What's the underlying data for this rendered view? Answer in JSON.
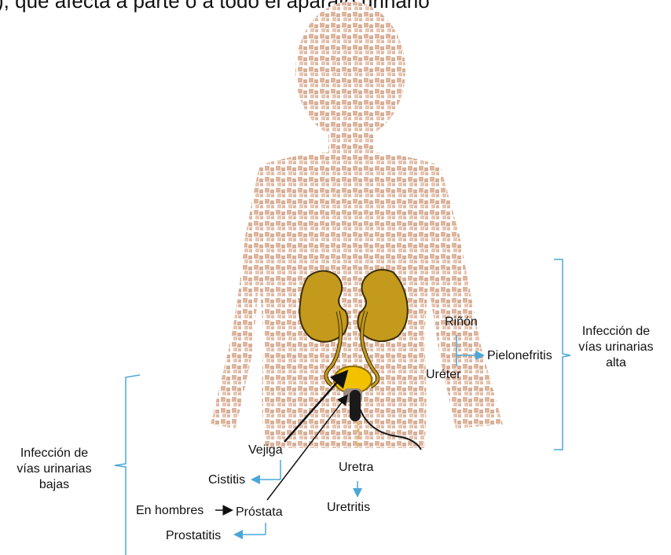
{
  "top_text_fragment": "), que afecta a parte o a todo el aparato urinario",
  "labels": {
    "rinon": "Riñón",
    "ureter": "Uréter",
    "pielonefritis": "Pielonefritis",
    "upper_group": [
      "Infección de",
      "vías urinarias",
      "alta"
    ],
    "lower_group": [
      "Infección de",
      "vías urinarias",
      "bajas"
    ],
    "vejiga": "Vejiga",
    "cistitis": "Cistitis",
    "en_hombres": "En hombres",
    "prostata": "Próstata",
    "prostatitis": "Prostatitis",
    "uretra": "Uretra",
    "uretritis": "Uretritis"
  },
  "colors": {
    "body": "#d9a88c",
    "kidney": "#c49a1c",
    "bladder": "#f2c200",
    "arrow_blue": "#4aa8d8",
    "black": "#111111"
  },
  "icons": {
    "figure": "human-silhouette",
    "organs": "urinary-tract"
  }
}
